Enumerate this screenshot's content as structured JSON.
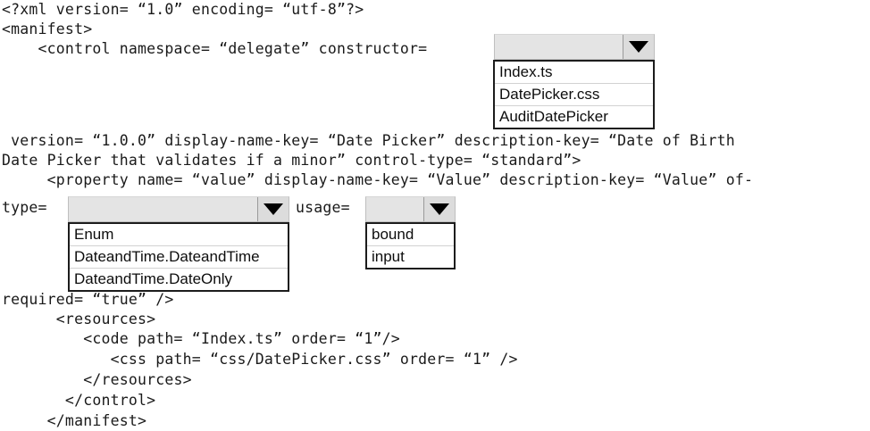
{
  "document": {
    "title": "PCF control manifest XML editor",
    "language": "xml",
    "lines": [
      {
        "id": "l1",
        "text": "<?xml version= “1.0” encoding= “utf-8”?>"
      },
      {
        "id": "l2",
        "text": "<manifest>"
      },
      {
        "id": "l3",
        "text": "    <control namespace= “delegate” constructor="
      },
      {
        "id": "l4",
        "text": " version= “1.0.0” display-name-key= “Date Picker” description-key= “Date of Birth"
      },
      {
        "id": "l5",
        "text": "Date Picker that validates if a minor” control-type= “standard”>"
      },
      {
        "id": "l6",
        "text": "     <property name= “value” display-name-key= “Value” description-key= “Value” of-"
      },
      {
        "id": "l7",
        "text": "type="
      },
      {
        "id": "l8",
        "text": "usage="
      },
      {
        "id": "l9",
        "text": "required= “true” />"
      },
      {
        "id": "l10",
        "text": "      <resources>"
      },
      {
        "id": "l11",
        "text": "         <code path= “Index.ts” order= “1”/>"
      },
      {
        "id": "l12",
        "text": "            <css path= “css/DatePicker.css” order= “1” />"
      },
      {
        "id": "l13",
        "text": "         </resources>"
      },
      {
        "id": "l14",
        "text": "       </control>"
      },
      {
        "id": "l15",
        "text": "     </manifest>"
      }
    ]
  },
  "dropdowns": [
    {
      "id": "constructor",
      "label": "constructor",
      "selected_value": "",
      "arrow_icon": "chevron-down-icon",
      "expanded": true,
      "options": [
        "Index.ts",
        "DatePicker.css",
        "AuditDatePicker"
      ]
    },
    {
      "id": "of-type",
      "label": "of-type",
      "selected_value": "",
      "arrow_icon": "chevron-down-icon",
      "expanded": true,
      "options": [
        "Enum",
        "DateandTime.DateandTime",
        "DateandTime.DateOnly"
      ]
    },
    {
      "id": "usage",
      "label": "usage",
      "selected_value": "",
      "arrow_icon": "chevron-down-icon",
      "expanded": true,
      "options": [
        "bound",
        "input"
      ]
    }
  ],
  "colors": {
    "page_background": "#ffffff",
    "text": "#1a1a1a",
    "combo_fill": "#e4e4e4",
    "combo_arrow_fill": "#dcdcdc",
    "list_border": "#1c1c1c",
    "list_background": "#ffffff",
    "list_separator": "#d2d2d2"
  }
}
